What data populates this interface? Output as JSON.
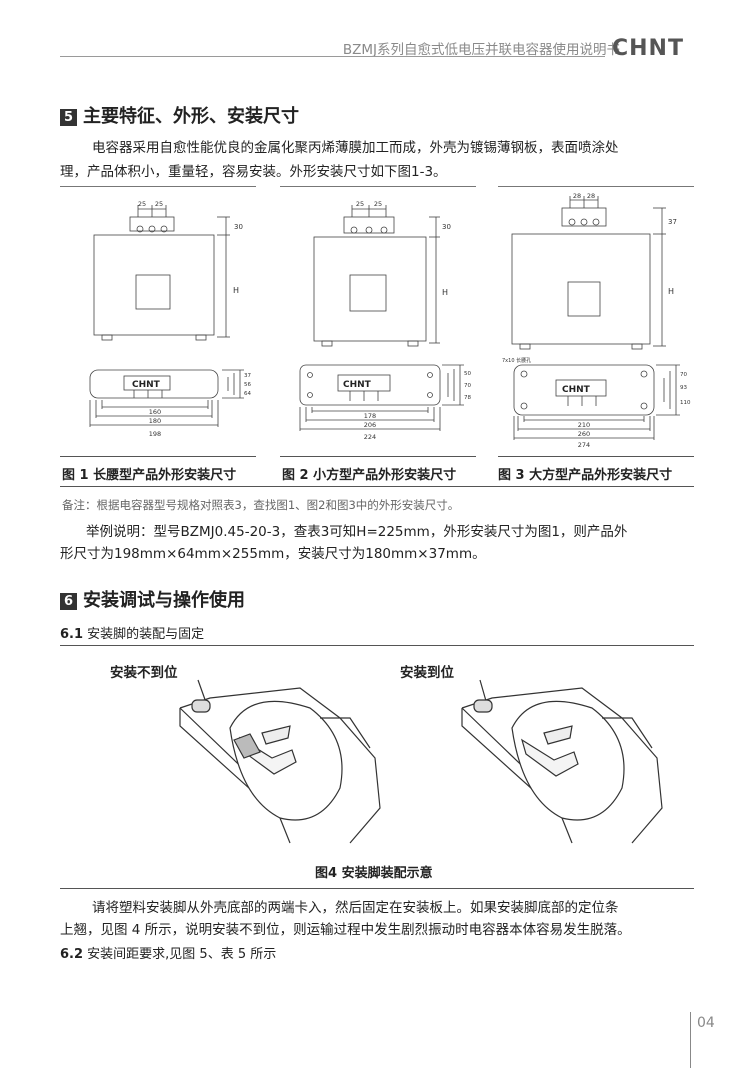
{
  "header": {
    "doc_title": "BZMJ系列自愈式低电压并联电容器使用说明书",
    "brand_logo": "CHNT"
  },
  "section5": {
    "number": "5",
    "title": "主要特征、外形、安装尺寸",
    "para_line1": "电容器采用自愈性能优良的金属化聚丙烯薄膜加工而成，外壳为镀锡薄钢板，表面喷涂处",
    "para_line2": "理，产品体积小，重量轻，容易安装。外形安装尺寸如下图1-3。"
  },
  "figures": {
    "fig1": {
      "caption": "图 1 长腰型产品外形安装尺寸",
      "brand": "CHNT",
      "dims_top": [
        "25",
        "25"
      ],
      "dim_height_top": "30",
      "dim_H": "H",
      "dims_side": [
        "37",
        "56",
        "64"
      ],
      "dims_bottom": [
        "160",
        "180",
        "198"
      ]
    },
    "fig2": {
      "caption": "图 2 小方型产品外形安装尺寸",
      "brand": "CHNT",
      "dims_top": [
        "25",
        "25"
      ],
      "dim_height_top": "30",
      "dim_H": "H",
      "dims_side": [
        "50",
        "70",
        "78"
      ],
      "dims_bottom": [
        "178",
        "206",
        "224"
      ]
    },
    "fig3": {
      "caption": "图 3 大方型产品外形安装尺寸",
      "brand": "CHNT",
      "dims_top": [
        "28",
        "28"
      ],
      "dim_height_top": "37",
      "dim_H": "H",
      "hole_label": "7x10 长腰孔",
      "dims_side": [
        "70",
        "93",
        "110"
      ],
      "dims_bottom": [
        "210",
        "260",
        "274"
      ]
    }
  },
  "notes": {
    "remark": "备注：根据电容器型号规格对照表3，查找图1、图2和图3中的外形安装尺寸。",
    "example_line1": "举例说明：型号BZMJ0.45-20-3，查表3可知H=225mm，外形安装尺寸为图1，则产品外",
    "example_line2": "形尺寸为198mm×64mm×255mm，安装尺寸为180mm×37mm。"
  },
  "section6": {
    "number": "6",
    "title": "安装调试与操作使用",
    "sub61_num": "6.1",
    "sub61_text": "安装脚的装配与固定",
    "label_bad": "安装不到位",
    "label_good": "安装到位",
    "fig4_caption": "图4 安装脚装配示意",
    "para_line1": "请将塑料安装脚从外壳底部的两端卡入，然后固定在安装板上。如果安装脚底部的定位条",
    "para_line2": "上翘，见图 4 所示，说明安装不到位，则运输过程中发生剧烈振动时电容器本体容易发生脱落。",
    "sub62_num": "6.2",
    "sub62_text": "安装间距要求,见图 5、表 5 所示"
  },
  "footer": {
    "page_number": "04"
  }
}
